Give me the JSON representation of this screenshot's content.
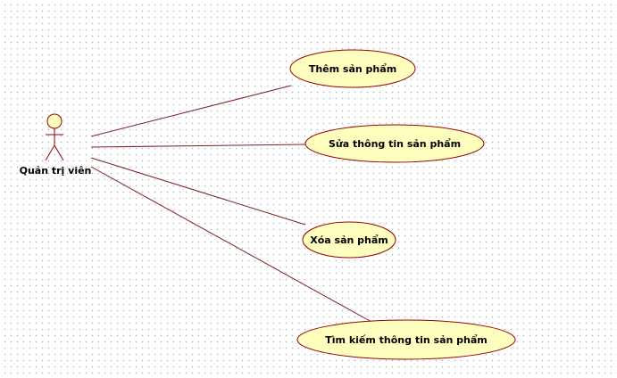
{
  "diagram": {
    "actor": {
      "name": "Quản trị viên",
      "icon": "stick-figure-actor-icon"
    },
    "use_cases": [
      {
        "label": "Thêm sản phẩm"
      },
      {
        "label": "Sửa thông tin sản phẩm"
      },
      {
        "label": "Xóa sản phẩm"
      },
      {
        "label": "Tìm kiếm thông tin sản phẩm"
      }
    ],
    "colors": {
      "use_case_fill": "#ffffc0",
      "use_case_stroke": "#990000",
      "association_line": "#7f1f1f",
      "actor_stroke": "#990000",
      "actor_head_fill": "#ffffc0",
      "grid_dot": "#b9b9b9"
    }
  }
}
